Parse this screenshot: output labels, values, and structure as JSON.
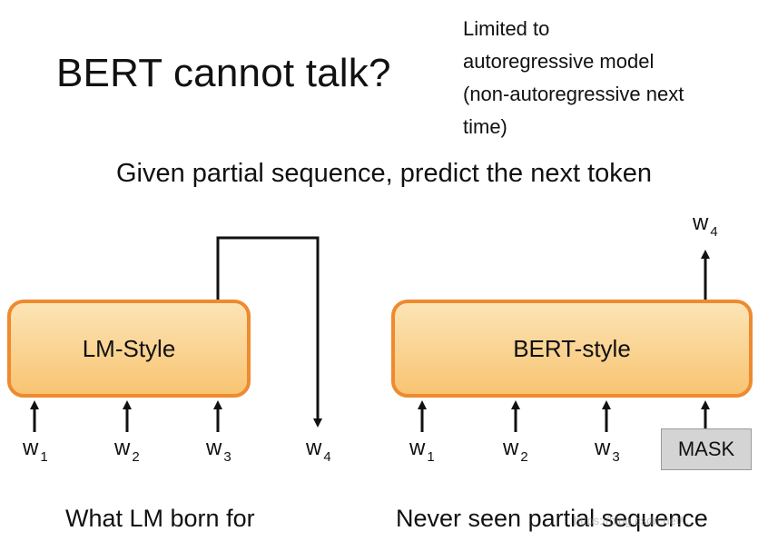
{
  "title": "BERT cannot talk?",
  "note_lines": [
    "Limited to",
    "autoregressive model",
    "(non-autoregressive next",
    "time)"
  ],
  "subtitle": "Given partial sequence, predict the next token",
  "left": {
    "box_label": "LM-Style",
    "inputs": [
      {
        "w": "w",
        "sub": "1"
      },
      {
        "w": "w",
        "sub": "2"
      },
      {
        "w": "w",
        "sub": "3"
      }
    ],
    "output": {
      "w": "w",
      "sub": "4"
    },
    "caption": "What LM born for"
  },
  "right": {
    "box_label": "BERT-style",
    "inputs": [
      {
        "w": "w",
        "sub": "1"
      },
      {
        "w": "w",
        "sub": "2"
      },
      {
        "w": "w",
        "sub": "3"
      }
    ],
    "mask_label": "MASK",
    "output": {
      "w": "w",
      "sub": "4"
    },
    "caption": "Never seen partial sequence"
  },
  "watermark": "https://blog.csdn.net/...",
  "colors": {
    "box_border": "#ee8a2f",
    "box_fill": "#f8c472",
    "mask_fill": "#d4d4d4"
  }
}
